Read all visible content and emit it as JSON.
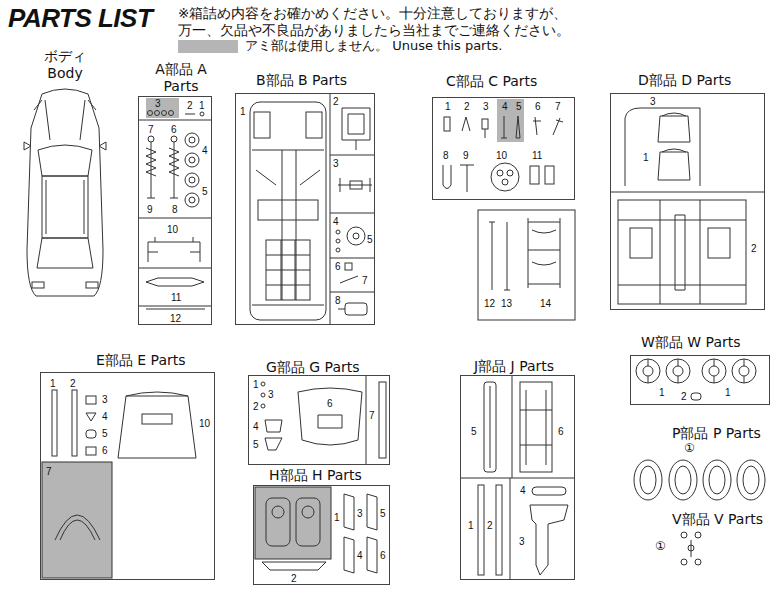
{
  "diagram": {
    "title": "PARTS LIST",
    "nodes": [
      {
        "text": [
          "ボディ Body"
        ]
      },
      {
        "text": [
          "A部品 A Parts"
        ]
      },
      {
        "text": [
          "B部品 B Parts"
        ]
      },
      {
        "text": [
          "C部品 C Parts"
        ]
      },
      {
        "text": [
          "D部品 D Parts"
        ]
      },
      {
        "text": [
          "E部品 E Parts"
        ]
      },
      {
        "text": [
          "G部品 G Parts"
        ]
      },
      {
        "text": [
          "H部品 H Parts"
        ]
      },
      {
        "text": [
          "J部品 J Parts"
        ]
      },
      {
        "text": [
          "W部品 W Parts"
        ]
      },
      {
        "text": [
          "P部品 P Parts"
        ]
      },
      {
        "text": [
          "V部品 V Parts"
        ]
      }
    ],
    "labels": [
      "※箱詰め内容をお確かめください。十分注意しておりますが、 万一、欠品や不良品がありましたら当社までご連絡ください。",
      "3",
      "2",
      "1",
      "7",
      "6",
      "4",
      "5",
      "9",
      "8",
      "10",
      "11",
      "12",
      "1",
      "2",
      "3",
      "4",
      "5",
      "6",
      "7",
      "8",
      "1",
      "2",
      "3",
      "4",
      "5",
      "6",
      "7",
      "8",
      "9",
      "10",
      "11",
      "12",
      "13",
      "14",
      "3",
      "1",
      "2",
      "1",
      "2",
      "3",
      "4",
      "5",
      "6",
      "10",
      "7",
      "1",
      "3",
      "2",
      "6",
      "7",
      "4",
      "5",
      "1",
      "3",
      "5",
      "2",
      "4",
      "6",
      "5",
      "6",
      "1",
      "2",
      "4",
      "3",
      "1",
      "1",
      "2",
      "①",
      "①"
    ],
    "legend": [
      {
        "text": "アミ部は使用しません。 Unuse this parts.",
        "color": "#b5b5b5"
      }
    ]
  }
}
